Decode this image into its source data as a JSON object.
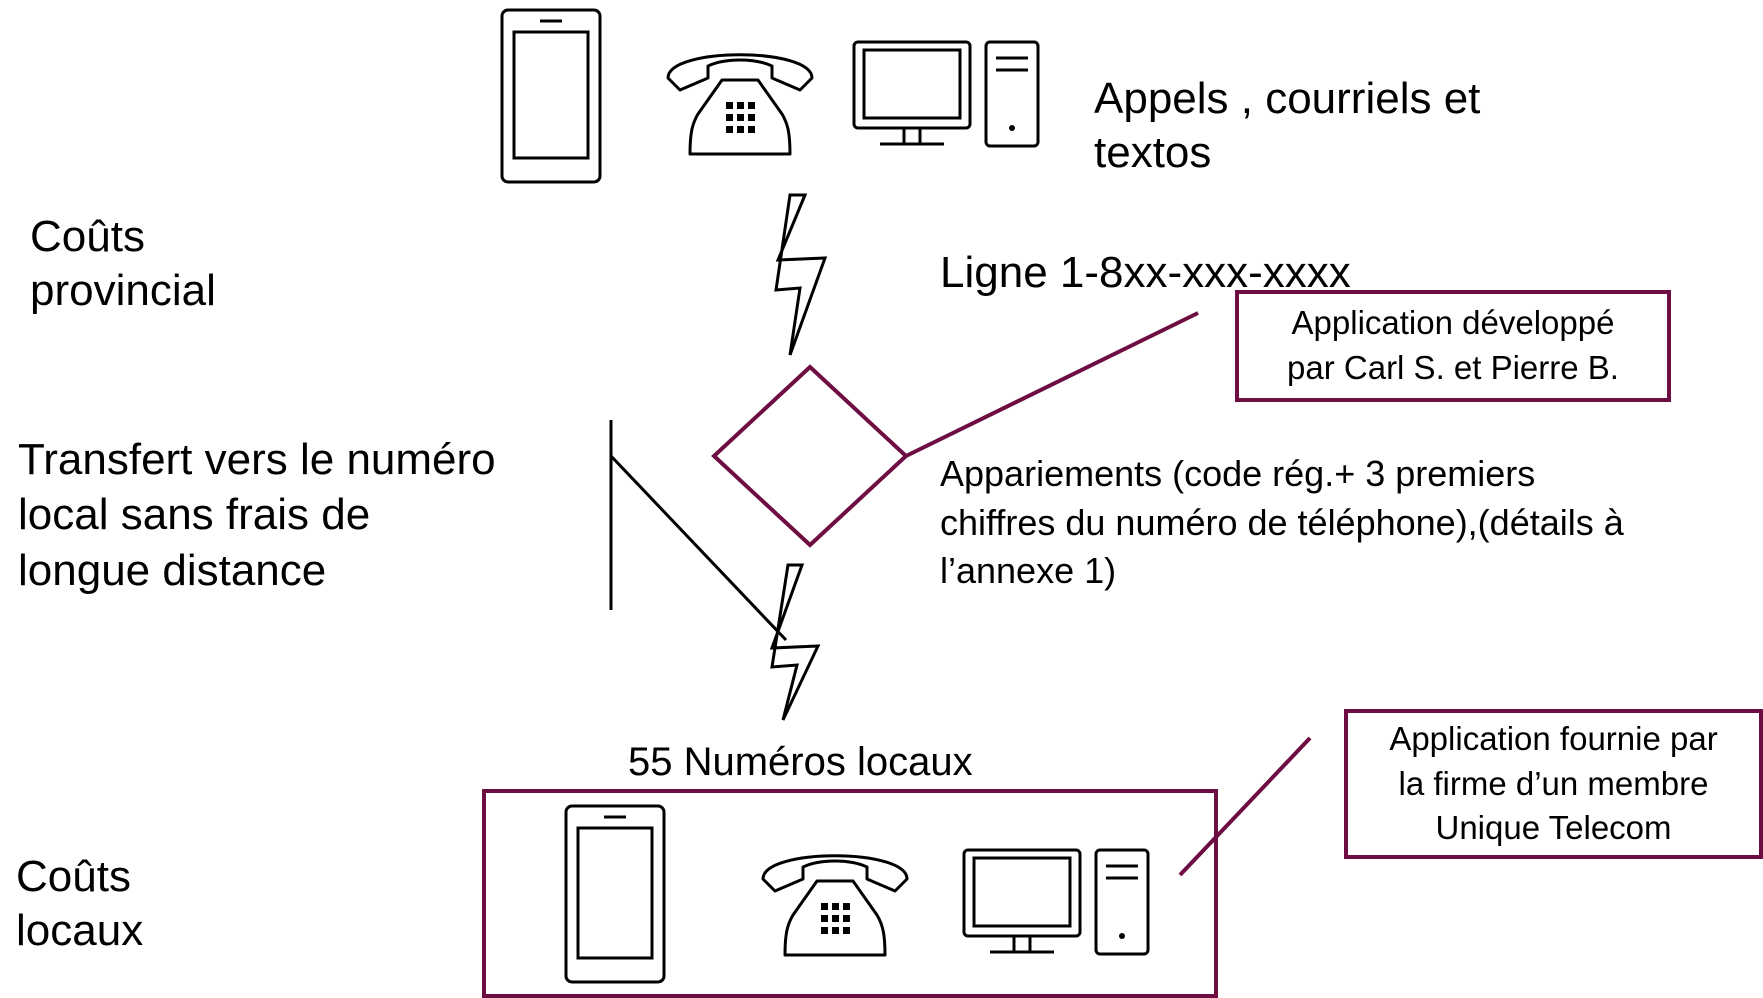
{
  "diagram": {
    "accent_color": "#6e0d42",
    "label_calls": "Appels , courriels et\ntextos",
    "label_cost_provincial": "Coûts\nprovincial",
    "label_line": "Ligne 1-8xx-xxx-xxxx",
    "label_transfer": "Transfert vers le numéro\nlocal sans frais de\nlongue distance",
    "label_pairings": "Appariements (code rég.+ 3 premiers\nchiffres du numéro de téléphone),(détails à\nl’annexe 1)",
    "label_local_numbers": "55 Numéros locaux",
    "label_cost_local": "Coûts\nlocaux",
    "callout_dev": "Application développé\npar Carl S. et Pierre B.",
    "callout_provider": "Application fournie par\nla firme d’un membre\nUnique Telecom",
    "icons": [
      "mobile-icon",
      "telephone-icon",
      "desktop-computer-icon",
      "lightning-icon",
      "decision-diamond"
    ]
  }
}
